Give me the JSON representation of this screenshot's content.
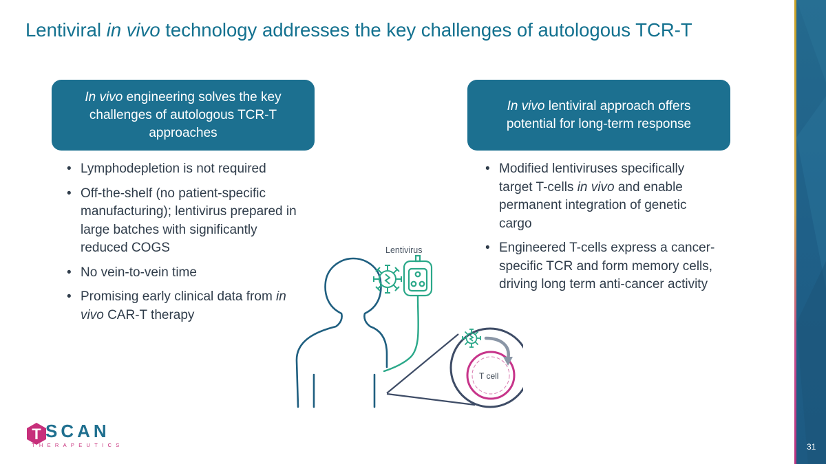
{
  "title": {
    "part1": "Lentiviral ",
    "italic": "in vivo",
    "part2": " technology addresses the key challenges of autologous TCR-T"
  },
  "left_box": {
    "italic": "In vivo",
    "text": " engineering solves the key challenges of autologous TCR-T approaches"
  },
  "right_box": {
    "italic": "In vivo",
    "text": " lentiviral approach offers potential for long-term response"
  },
  "left_bullets": {
    "b1": "Lymphodepletion is not required",
    "b2": "Off-the-shelf (no patient-specific manufacturing); lentivirus prepared in large batches with significantly reduced COGS",
    "b3": "No vein-to-vein time",
    "b4_text": "Promising early clinical data from ",
    "b4_italic": "in vivo",
    "b4_end": " CAR-T therapy"
  },
  "right_bullets": {
    "b1_text": "Modified lentiviruses specifically target T-cells ",
    "b1_italic": "in vivo",
    "b1_end": " and enable permanent integration of genetic cargo",
    "b2": "Engineered T-cells express a cancer-specific TCR and form memory cells, driving long term anti-cancer activity"
  },
  "illustration": {
    "lentivirus_label": "Lentivirus",
    "tcell_label": "T cell"
  },
  "logo": {
    "letters": "SCAN",
    "t_letter": "T",
    "subtitle": "THERAPEUTICS"
  },
  "page_number": "31",
  "colors": {
    "title": "#13718f",
    "box": "#1c7090",
    "virus": "#2aa889",
    "magenta": "#c7348a",
    "sidebar": "#1d5f85"
  },
  "icons": [
    "person-silhouette-icon",
    "virus-icon",
    "iv-bag-icon",
    "t-cell-icon",
    "curved-arrow-icon"
  ]
}
